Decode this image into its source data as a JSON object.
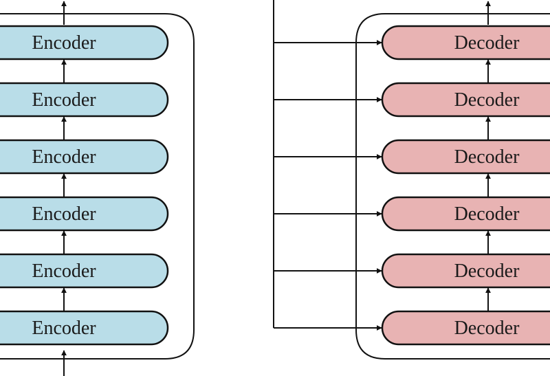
{
  "encoder_stack": {
    "blocks": [
      {
        "label": "Encoder"
      },
      {
        "label": "Encoder"
      },
      {
        "label": "Encoder"
      },
      {
        "label": "Encoder"
      },
      {
        "label": "Encoder"
      },
      {
        "label": "Encoder"
      }
    ],
    "fill_color": "#b9dde8"
  },
  "decoder_stack": {
    "blocks": [
      {
        "label": "Decoder"
      },
      {
        "label": "Decoder"
      },
      {
        "label": "Decoder"
      },
      {
        "label": "Decoder"
      },
      {
        "label": "Decoder"
      },
      {
        "label": "Decoder"
      }
    ],
    "fill_color": "#e8b3b3"
  },
  "stroke_color": "#111111"
}
